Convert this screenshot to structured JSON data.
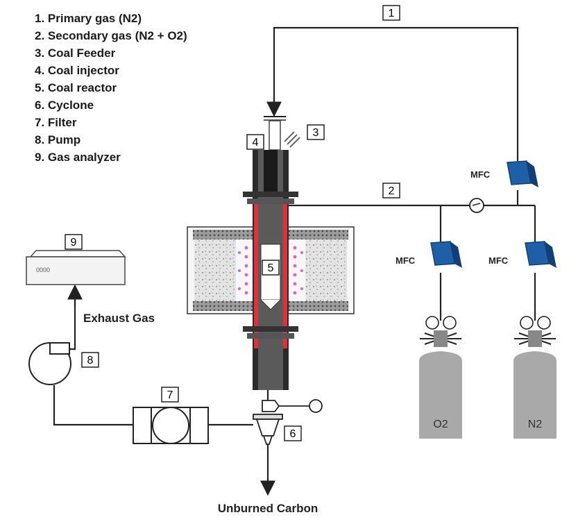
{
  "legend": [
    "1. Primary gas (N2)",
    "2. Secondary gas (N2 + O2)",
    "3. Coal Feeder",
    "4. Coal injector",
    "5. Coal reactor",
    "6. Cyclone",
    "7. Filter",
    "8. Pump",
    "9. Gas analyzer"
  ],
  "tags": {
    "t1": "1",
    "t2": "2",
    "t3": "3",
    "t4": "4",
    "t5": "5",
    "t6": "6",
    "t7": "7",
    "t8": "8",
    "t9": "9"
  },
  "labels": {
    "mfc_top": "MFC",
    "mfc_o2": "MFC",
    "mfc_n2": "MFC",
    "exhaust": "Exhaust Gas",
    "unburned": "Unburned Carbon",
    "analyzer_display": "0000"
  },
  "cylinders": {
    "o2_label": "O2",
    "n2_label": "N2"
  },
  "colors": {
    "line": "#222222",
    "mfc_blue": "#1f5fa8",
    "mfc_blue_dark": "#123f75",
    "cylinder_gray": "#a9a9a9",
    "heater_red": "#e0303a",
    "insulation": "#cfcfcf",
    "heater_dots": "#e060c8"
  }
}
